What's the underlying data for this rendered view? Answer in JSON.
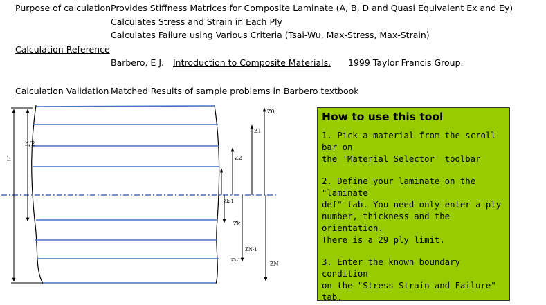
{
  "header": {
    "purpose_label": "Purpose of calculation",
    "purpose_lines": [
      "Provides Stiffness Matrices for Composite Laminate (A, B, D and Quasi Equivalent Ex and Ey)",
      "Calculates Stress and Strain in Each Ply",
      "Calculates Failure using Various Criteria (Tsai-Wu, Max-Stress, Max-Strain)"
    ],
    "reference_label": "Calculation Reference",
    "reference_author": "Barbero, E J.",
    "reference_book": "Introduction to Composite Materials.",
    "reference_publisher": "1999 Taylor Francis Group.",
    "validation_label": "Calculation Validation",
    "validation_text": "Matched Results of sample problems in Barbero textbook"
  },
  "diagram": {
    "labels": {
      "h": "h",
      "half_h": "h/2",
      "z0": "Z0",
      "z1": "Z1",
      "z2": "Z2",
      "zk1": "Zk-1",
      "zk": "Zk",
      "zn1": "ZN-1",
      "zk1_low": "Zk-1",
      "zn": "ZN"
    },
    "colors": {
      "ply_line": "#4472c4",
      "midplane": "#4472c4",
      "arrow": "#000000"
    }
  },
  "howto": {
    "title": "How to use this tool",
    "step1": "1. Pick a material from the scroll bar on\nthe 'Material Selector' toolbar",
    "step2": "2. Define your laminate on the \"laminate\ndef\" tab. You need only enter a ply\nnumber, thickness and the orientation.\nThere is a 29 ply limit.",
    "step3": "3. Enter the known boundary condition\non the \"Stress Strain and Failure\" tab.",
    "background": "#99cc00"
  }
}
